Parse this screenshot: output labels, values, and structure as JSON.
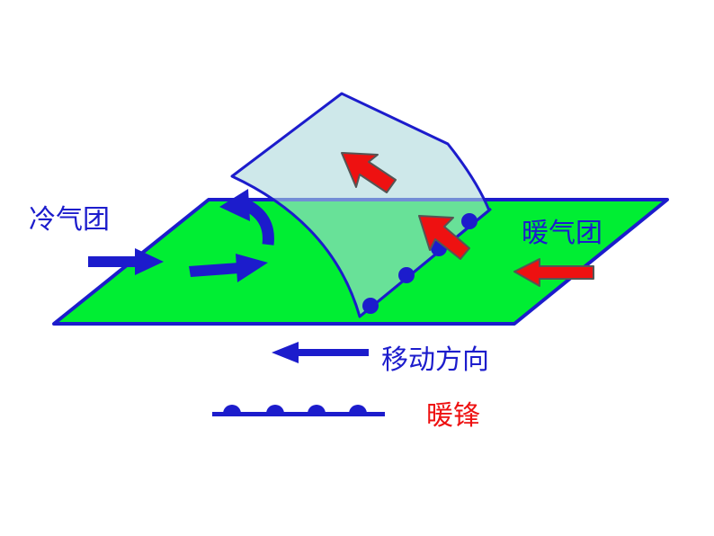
{
  "labels": {
    "cold_air_mass": "冷气团",
    "warm_air_mass": "暖气团",
    "movement_direction": "移动方向",
    "warm_front": "暖锋"
  },
  "colors": {
    "ground": "#00ee33",
    "outline": "#1c1ccc",
    "cold_arrow": "#1c1ccc",
    "warm_arrow": "#ee1111",
    "warm_arrow_outline": "#555555",
    "warm_air_sheet": "#aed8dc",
    "front_label": "#ee1111"
  },
  "icons": {
    "cold_inflow": "arrow-right-icon",
    "cold_curl": "curved-arrow-icon",
    "warm_rise": "arrow-up-left-icon",
    "warm_inflow": "arrow-left-icon",
    "movement": "arrow-left-icon",
    "front_symbol": "warm-front-semicircle-icon"
  }
}
